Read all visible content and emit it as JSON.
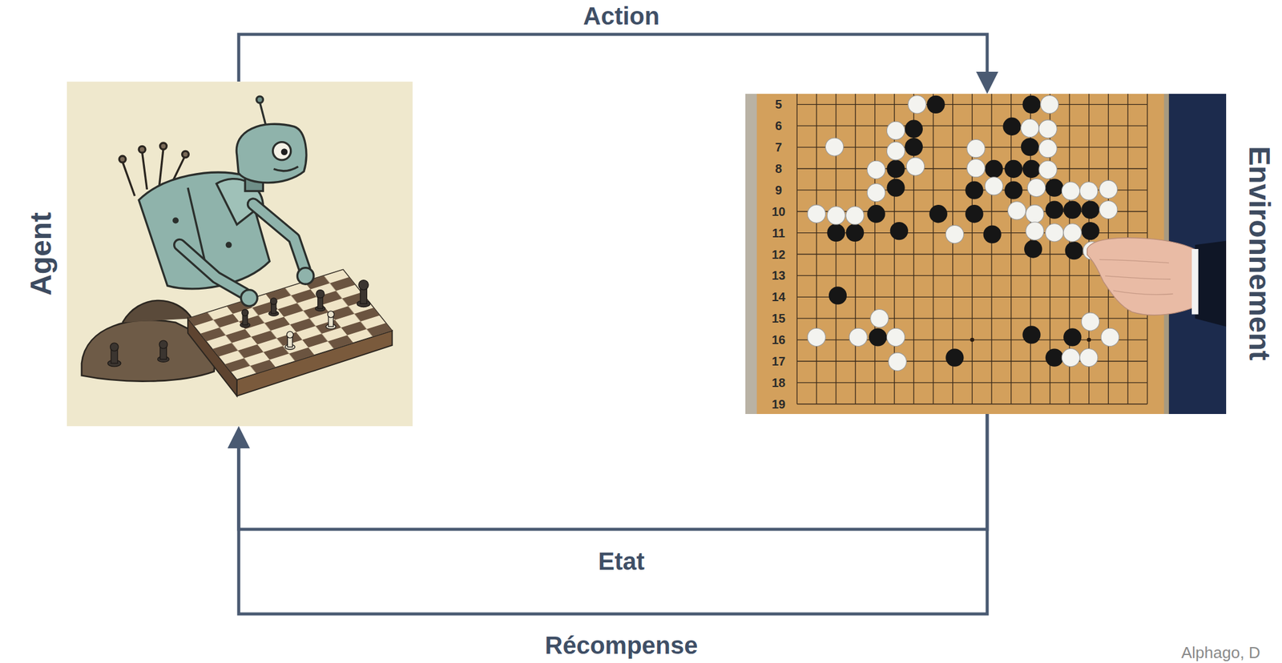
{
  "diagram": {
    "nodes": [
      {
        "text": [
          "Agent"
        ]
      },
      {
        "text": [
          "Environnement"
        ]
      }
    ],
    "edges": [
      {
        "from": 0,
        "to": 1,
        "label": "Action",
        "arrow": "to"
      },
      {
        "from": 1,
        "to": 0,
        "label": "Etat",
        "arrow": "to"
      },
      {
        "from": 1,
        "to": 0,
        "label": "Récompense",
        "arrow": "to"
      }
    ],
    "labels": [
      "5",
      "6",
      "7",
      "8",
      "9",
      "10",
      "11",
      "12",
      "13",
      "14",
      "15",
      "16",
      "17",
      "18",
      "19",
      "Alphago, D"
    ]
  }
}
